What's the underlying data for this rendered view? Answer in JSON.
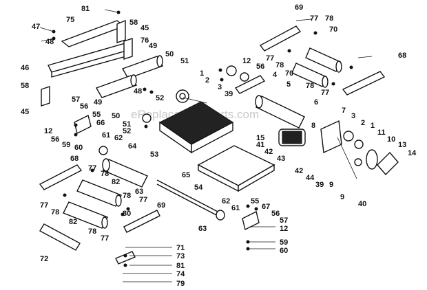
{
  "watermark": "eReplacementParts.com",
  "callouts": [
    {
      "id": "81a",
      "text": "81"
    },
    {
      "id": "75",
      "text": "75"
    },
    {
      "id": "58a",
      "text": "58"
    },
    {
      "id": "45a",
      "text": "45"
    },
    {
      "id": "47",
      "text": "47"
    },
    {
      "id": "48a",
      "text": "48"
    },
    {
      "id": "76",
      "text": "76"
    },
    {
      "id": "49a",
      "text": "49"
    },
    {
      "id": "46",
      "text": "46"
    },
    {
      "id": "58b",
      "text": "58"
    },
    {
      "id": "45b",
      "text": "45"
    },
    {
      "id": "49b",
      "text": "49"
    },
    {
      "id": "48b",
      "text": "48"
    },
    {
      "id": "50a",
      "text": "50"
    },
    {
      "id": "51a",
      "text": "51"
    },
    {
      "id": "52a",
      "text": "52"
    },
    {
      "id": "50b",
      "text": "50"
    },
    {
      "id": "51b",
      "text": "51"
    },
    {
      "id": "52b",
      "text": "52"
    },
    {
      "id": "53",
      "text": "53"
    },
    {
      "id": "57a",
      "text": "57"
    },
    {
      "id": "56a",
      "text": "56"
    },
    {
      "id": "55a",
      "text": "55"
    },
    {
      "id": "66",
      "text": "66"
    },
    {
      "id": "12a",
      "text": "12"
    },
    {
      "id": "56b",
      "text": "56"
    },
    {
      "id": "59a",
      "text": "59"
    },
    {
      "id": "60a",
      "text": "60"
    },
    {
      "id": "61a",
      "text": "61"
    },
    {
      "id": "62a",
      "text": "62"
    },
    {
      "id": "64",
      "text": "64"
    },
    {
      "id": "68a",
      "text": "68"
    },
    {
      "id": "77a",
      "text": "77"
    },
    {
      "id": "78a",
      "text": "78"
    },
    {
      "id": "82a",
      "text": "82"
    },
    {
      "id": "77b",
      "text": "77"
    },
    {
      "id": "78b",
      "text": "78"
    },
    {
      "id": "82b",
      "text": "82"
    },
    {
      "id": "78c",
      "text": "78"
    },
    {
      "id": "77c",
      "text": "77"
    },
    {
      "id": "80",
      "text": "80"
    },
    {
      "id": "78d",
      "text": "78"
    },
    {
      "id": "77d",
      "text": "77"
    },
    {
      "id": "69a",
      "text": "69"
    },
    {
      "id": "72",
      "text": "72"
    },
    {
      "id": "63a",
      "text": "63"
    },
    {
      "id": "65",
      "text": "65"
    },
    {
      "id": "54",
      "text": "54"
    },
    {
      "id": "62b",
      "text": "62"
    },
    {
      "id": "61b",
      "text": "61"
    },
    {
      "id": "63b",
      "text": "63"
    },
    {
      "id": "71",
      "text": "71"
    },
    {
      "id": "73",
      "text": "73"
    },
    {
      "id": "81b",
      "text": "81"
    },
    {
      "id": "74",
      "text": "74"
    },
    {
      "id": "79",
      "text": "79"
    },
    {
      "id": "69b",
      "text": "69"
    },
    {
      "id": "77e",
      "text": "77"
    },
    {
      "id": "78e",
      "text": "78"
    },
    {
      "id": "70a",
      "text": "70"
    },
    {
      "id": "77f",
      "text": "77"
    },
    {
      "id": "78f",
      "text": "78"
    },
    {
      "id": "70b",
      "text": "70"
    },
    {
      "id": "68b",
      "text": "68"
    },
    {
      "id": "78g",
      "text": "78"
    },
    {
      "id": "77g",
      "text": "77"
    },
    {
      "id": "1a",
      "text": "1"
    },
    {
      "id": "2a",
      "text": "2"
    },
    {
      "id": "12b",
      "text": "12"
    },
    {
      "id": "56c",
      "text": "56"
    },
    {
      "id": "4",
      "text": "4"
    },
    {
      "id": "3a",
      "text": "3"
    },
    {
      "id": "39a",
      "text": "39"
    },
    {
      "id": "5",
      "text": "5"
    },
    {
      "id": "6",
      "text": "6"
    },
    {
      "id": "7",
      "text": "7"
    },
    {
      "id": "8",
      "text": "8"
    },
    {
      "id": "3b",
      "text": "3"
    },
    {
      "id": "2b",
      "text": "2"
    },
    {
      "id": "1b",
      "text": "1"
    },
    {
      "id": "11",
      "text": "11"
    },
    {
      "id": "10",
      "text": "10"
    },
    {
      "id": "13",
      "text": "13"
    },
    {
      "id": "14",
      "text": "14"
    },
    {
      "id": "15",
      "text": "15"
    },
    {
      "id": "41",
      "text": "41"
    },
    {
      "id": "42a",
      "text": "42"
    },
    {
      "id": "43",
      "text": "43"
    },
    {
      "id": "42b",
      "text": "42"
    },
    {
      "id": "44",
      "text": "44"
    },
    {
      "id": "39b",
      "text": "39"
    },
    {
      "id": "9a",
      "text": "9"
    },
    {
      "id": "9b",
      "text": "9"
    },
    {
      "id": "40",
      "text": "40"
    },
    {
      "id": "55b",
      "text": "55"
    },
    {
      "id": "67",
      "text": "67"
    },
    {
      "id": "56d",
      "text": "56"
    },
    {
      "id": "57b",
      "text": "57"
    },
    {
      "id": "12c",
      "text": "12"
    },
    {
      "id": "59b",
      "text": "59"
    },
    {
      "id": "60b",
      "text": "60"
    }
  ]
}
